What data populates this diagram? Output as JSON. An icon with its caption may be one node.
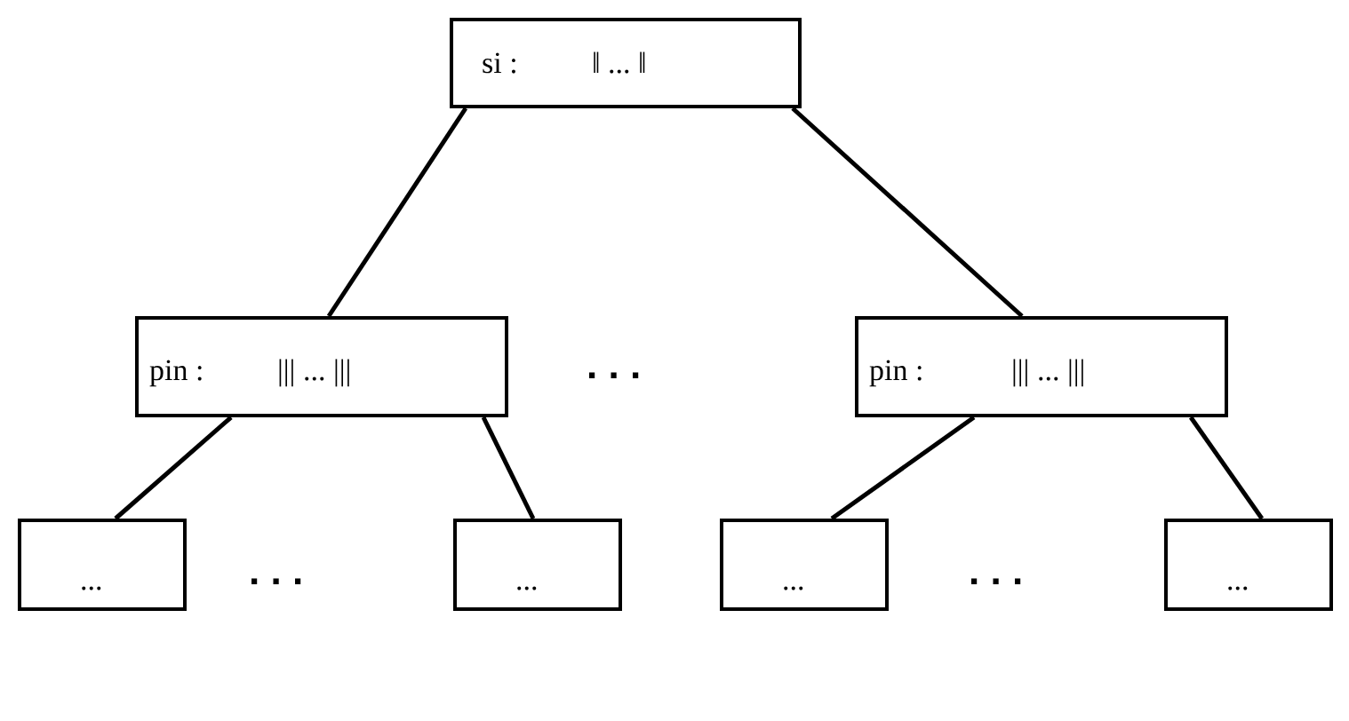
{
  "diagram": {
    "nodes": [
      {
        "text": [
          "si :",
          "‖ ... ‖"
        ]
      },
      {
        "text": [
          "pin :",
          "||| ... |||"
        ]
      },
      {
        "text": [
          "pin :",
          "||| ... |||"
        ]
      },
      {
        "text": [
          "..."
        ]
      },
      {
        "text": [
          "..."
        ]
      },
      {
        "text": [
          "..."
        ]
      },
      {
        "text": [
          "..."
        ]
      }
    ],
    "edges": [
      {
        "from": 0,
        "to": 1,
        "arrow": "none"
      },
      {
        "from": 0,
        "to": 2,
        "arrow": "none"
      },
      {
        "from": 1,
        "to": 3,
        "arrow": "none"
      },
      {
        "from": 1,
        "to": 4,
        "arrow": "none"
      },
      {
        "from": 2,
        "to": 5,
        "arrow": "none"
      },
      {
        "from": 2,
        "to": 6,
        "arrow": "none"
      }
    ],
    "labels": [
      ". . .",
      ". . .",
      ". . ."
    ]
  }
}
